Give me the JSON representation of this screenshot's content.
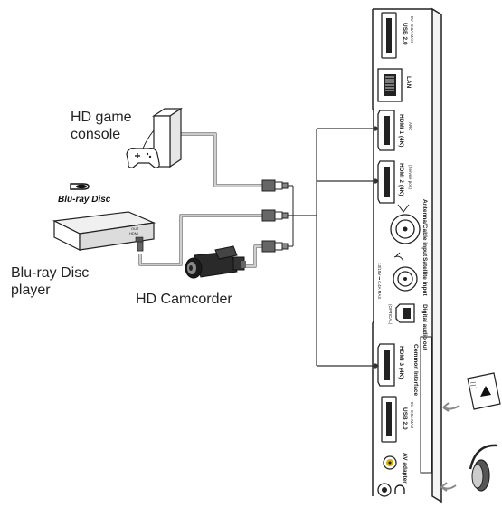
{
  "devices": {
    "game_console": "HD game\nconsole",
    "bluray_player": "Blu-ray Disc\nplayer",
    "camcorder": "HD Camcorder",
    "bluray_logo": "Blu-ray Disc",
    "bluray_out": "OUT\nHDMI"
  },
  "ports": {
    "usb1": "USB 2.0",
    "usb1_rating": "5V⎓0.5A MAX",
    "lan": "LAN",
    "hdmi1": "HDMI 1 (4K)",
    "hdmi1_tag": "ARC",
    "hdmi2": "HDMI 2 (4K)",
    "hdmi2_tag": "(Service port)",
    "antenna": "Antenna/Cable input",
    "satellite": "Satellite input",
    "satellite_rating": "13/18V ⎓ 0.4A MAX",
    "digital_audio": "Digital audio out",
    "optical": "(OPTICAL)",
    "hdmi3": "HDMI 3 (4K)",
    "common_interface": "Common Interface",
    "usb2": "USB 2.0",
    "usb2_rating": "5V⎓0.5A MAX",
    "av_adapter": "AV adapter"
  },
  "colors": {
    "line": "#333333",
    "cable": "#9a9a9a",
    "cable_core": "#cfcfcf",
    "panel_stroke": "#222222",
    "av_yellow": "#d4b400"
  }
}
